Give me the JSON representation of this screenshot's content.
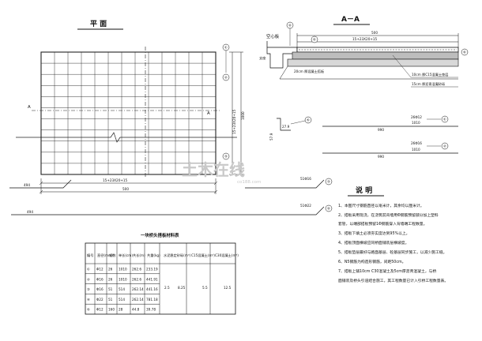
{
  "plan": {
    "title": "平  面",
    "section_mark": "A",
    "dim_width_detail": "15+23X20+15",
    "dim_width_total": "500",
    "dim_height_detail": "15+23X20+15",
    "dim_height_total": "1000",
    "bars": [
      "①",
      "②",
      "③"
    ]
  },
  "section": {
    "title": "A－A",
    "label_panel": "空心板",
    "label_bearing": "支座",
    "top_dim_total": "500",
    "top_dim_detail": "15+23X20+15",
    "layer_top": "10cm 厚C15混凝土垫层",
    "layer_bottom": "15cm 厚沥青混凝砂砾",
    "label_plate": "20cm 厚混凝土搭板",
    "marks": [
      "④",
      "⑤",
      "⑥"
    ]
  },
  "bar_details": {
    "b5": {
      "tag": "⑤",
      "length": "27.9",
      "height": "57.9"
    },
    "b1": {
      "tag": "①",
      "spec": "26Φ12",
      "length": "1010",
      "dim": "990"
    },
    "b2": {
      "tag": "②",
      "spec": "26Φ16",
      "length": "1010",
      "dim": "990"
    },
    "b3": {
      "tag": "③",
      "spec": "51Φ16",
      "dim": "494"
    },
    "b4": {
      "tag": "④",
      "spec": "51Φ22",
      "dim": "494"
    }
  },
  "notes": {
    "title": "说    明",
    "items": [
      "1、本图尺寸钢筋直径以毫米计，其余均以厘米计。",
      "2、搭板采用现浇，在浇筑前背墙用Φ钢筋预留部分加上塑料",
      "   套管，以端部搭板预留1Φ钢筋穿入背墙端工程数量。",
      "3、搭板下填土必须夯实度达到95%以上。",
      "4、搭板顶面横坡应同桥面铺装层横坡度。",
      "5、搭板垫层最好与路面基层、砼基层同步施工，以减少施工缝。",
      "6、N5钢筋为构造形钢筋，间距50cm。",
      "7、搭板上铺10cm C30混凝土及5cm厚沥青混凝土，与桥",
      "   面铺装及桥头引道结合施工，其工程数量已计入引桥工程数量表。"
    ]
  },
  "material_table": {
    "title": "一块桥头搭板材料表",
    "headers": [
      "编号",
      "直径(mm)",
      "根数",
      "单长(cm)",
      "共长(m)",
      "共重(kg)",
      "水泥稳定砂砾(m³)",
      "C15混凝土(m³)",
      "C30混凝土(m³)"
    ],
    "rows": [
      [
        "①",
        "Φ12",
        "26",
        "1010",
        "262.6",
        "233.19"
      ],
      [
        "②",
        "Φ16",
        "26",
        "1010",
        "262.6",
        "441.91"
      ],
      [
        "③",
        "Φ16",
        "51",
        "514",
        "262.14",
        "441.16"
      ],
      [
        "④",
        "Φ22",
        "51",
        "514",
        "262.14",
        "781.18"
      ],
      [
        "⑤",
        "Φ12",
        "160",
        "28",
        "44.8",
        "39.78"
      ]
    ],
    "merged": [
      "2.5",
      "8.25",
      "5.5",
      "12.5"
    ]
  },
  "watermark": {
    "main": "土木在线",
    "sub": "co188.com"
  }
}
